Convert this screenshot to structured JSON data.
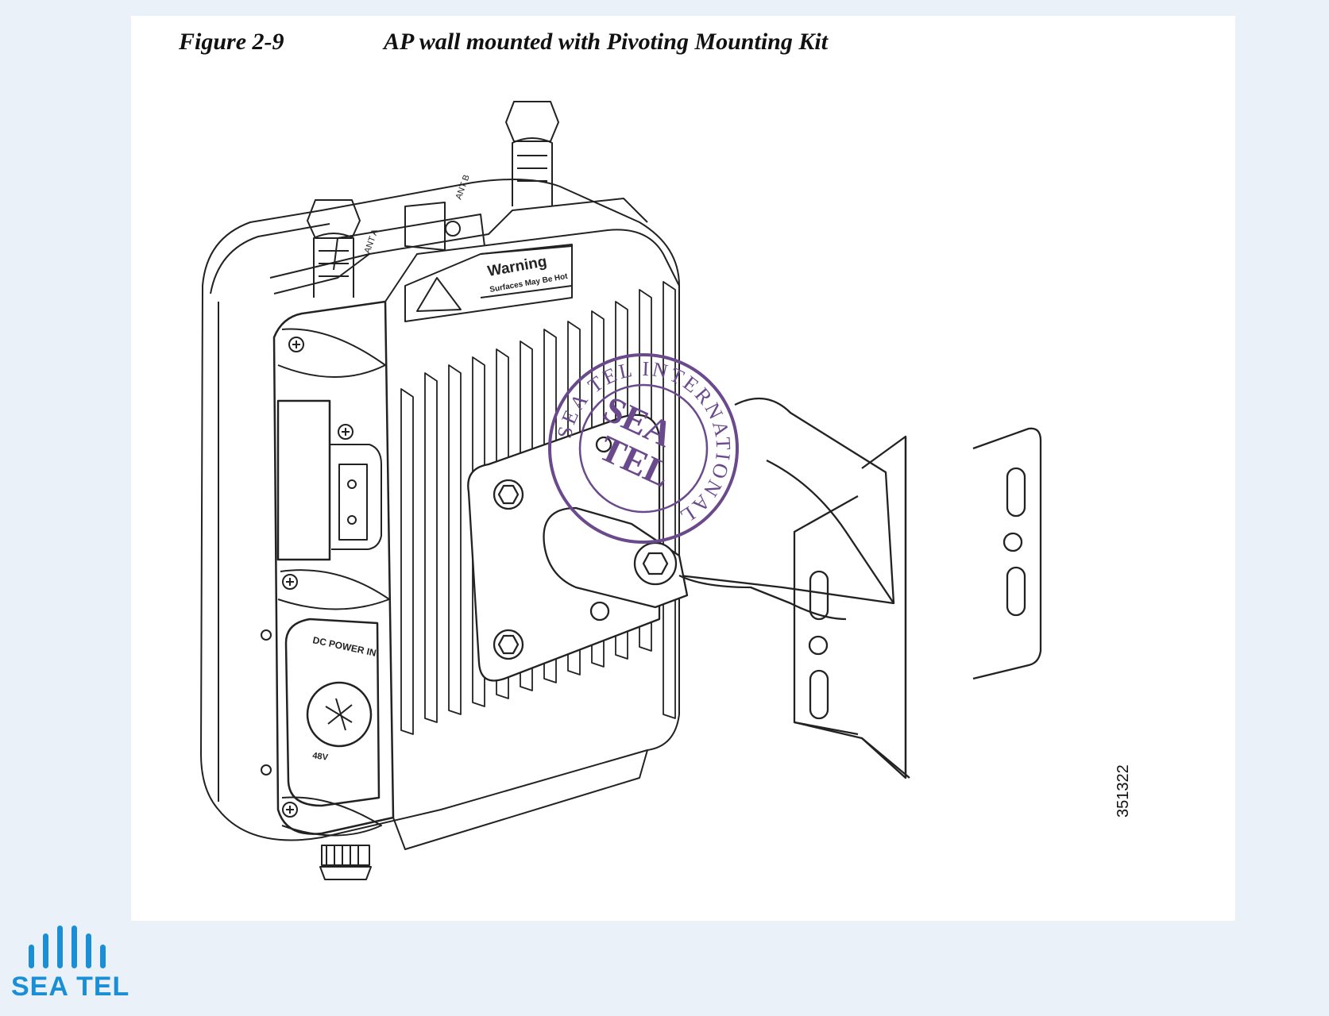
{
  "figure": {
    "label": "Figure 2-9",
    "title": "AP wall mounted with Pivoting Mounting Kit",
    "number": "351322"
  },
  "device_labels": {
    "warning_heading": "Warning",
    "warning_body": "Surfaces May Be Hot",
    "ant_a": "ANT A",
    "ant_b": "ANT B",
    "dc_power": "DC POWER IN",
    "voltage": "48V"
  },
  "stamp": {
    "ring_text": "SEA TEL INTERNATIONAL",
    "center_line1": "SEA",
    "center_line2": "TEL",
    "color": "#6a4a8c"
  },
  "brand": {
    "name": "SEA TEL",
    "color": "#1b8fd6"
  }
}
